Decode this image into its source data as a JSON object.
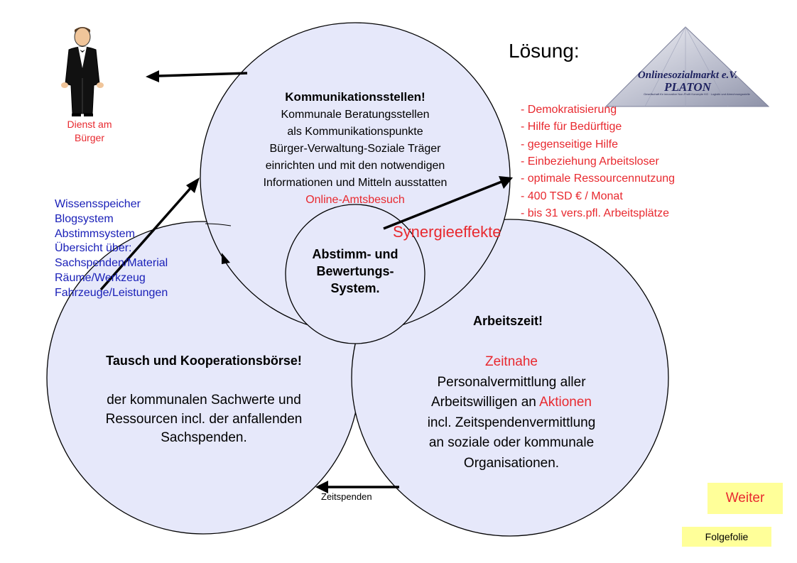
{
  "slide": {
    "heading": "Lösung:",
    "logo": {
      "line1": "Onlinesozialmarkt e.V.",
      "line2": "PLATON",
      "tagline": "Gesellschaft für innovative Non-Profit Konzepte KG · Logistik und Abrechnungsstelle"
    },
    "person_caption": [
      "Dienst am",
      "Bürger"
    ],
    "circle_top": {
      "title": "Kommunikationsstellen!",
      "lines": [
        "Kommunale Beratungsstellen",
        "als Kommunikationspunkte",
        "Bürger-Verwaltung-Soziale Träger",
        "einrichten und mit den notwendigen",
        "Informationen und Mitteln ausstatten"
      ],
      "red_line": "Online-Amtsbesuch"
    },
    "circle_center": {
      "lines": [
        "Abstimm- und",
        "Bewertungs-",
        "System."
      ]
    },
    "circle_left": {
      "title": "Tausch und Kooperationsbörse!",
      "lines": [
        "der kommunalen Sachwerte und",
        "Ressourcen incl. der anfallenden",
        "Sachspenden."
      ]
    },
    "circle_right": {
      "title": "Arbeitszeit!",
      "red_line": "Zeitnahe",
      "line1": "Personalvermittlung aller",
      "line2_pre": "Arbeitswilligen an ",
      "line2_red": "Aktionen",
      "lines_rest": [
        "incl. Zeitspendenvermittlung",
        "an soziale oder kommunale",
        "Organisationen."
      ]
    },
    "knowledge_list": [
      "Wissensspeicher",
      "Blogsystem",
      "Abstimmsystem",
      "Übersicht über:",
      "Sachspenden/Material",
      "Räume/Werkzeug",
      "Fahrzeuge/Leistungen"
    ],
    "benefits": [
      "- Demokratisierung",
      "- Hilfe für Bedürftige",
      "- gegenseitige Hilfe",
      "- Einbeziehung Arbeitsloser",
      "- optimale Ressourcennutzung",
      "- 400 TSD € / Monat",
      "- bis 31 vers.pfl. Arbeitsplätze"
    ],
    "synergy": "Synergieeffekte",
    "time_donation": "Zeitspenden",
    "next_button": "Weiter",
    "next_slide_button": "Folgefolie"
  },
  "colors": {
    "circle_fill": "#e6e8fa",
    "red": "#e8292f",
    "blue": "#1a20b8",
    "button_fill": "#ffff99"
  }
}
